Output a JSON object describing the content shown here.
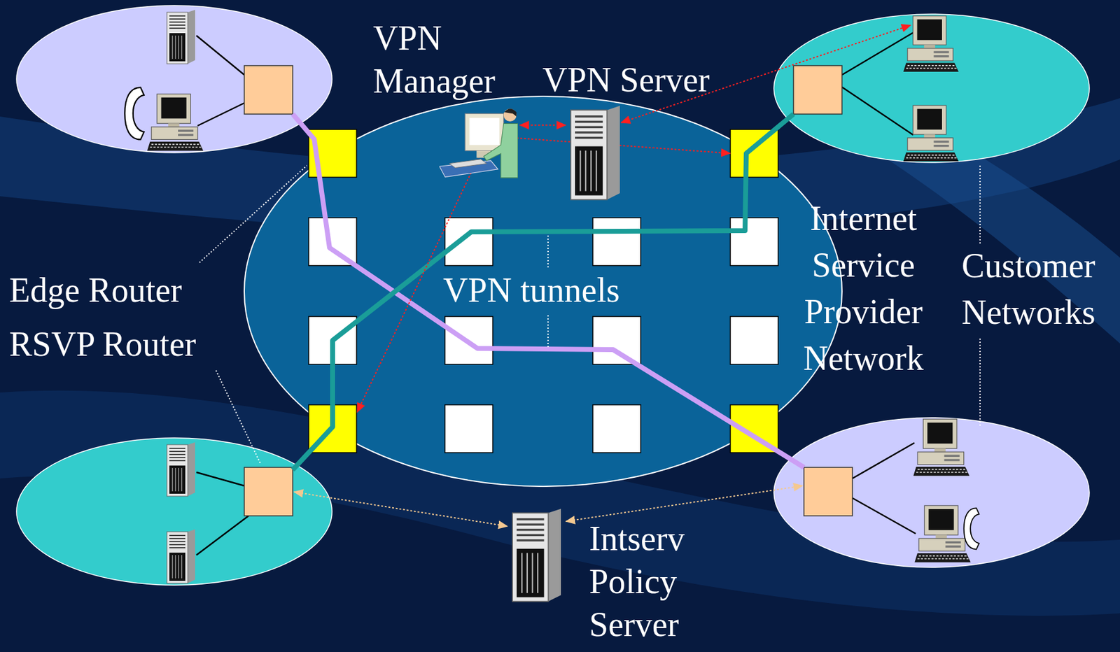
{
  "diagram": {
    "nodes": [
      {
        "text": [
          "Internet Service Provider Network"
        ]
      },
      {
        "text": [
          "VPN Manager"
        ],
        "in": 0
      },
      {
        "text": [
          "VPN Server"
        ],
        "in": 0
      },
      {
        "text": [
          "Intserv Policy Server"
        ]
      }
    ],
    "edges": [
      {
        "from": 1,
        "to": 2,
        "arrow": "both"
      }
    ],
    "labels": [
      "VPN tunnels",
      "Edge Router",
      "RSVP Router",
      "Customer Networks"
    ]
  }
}
